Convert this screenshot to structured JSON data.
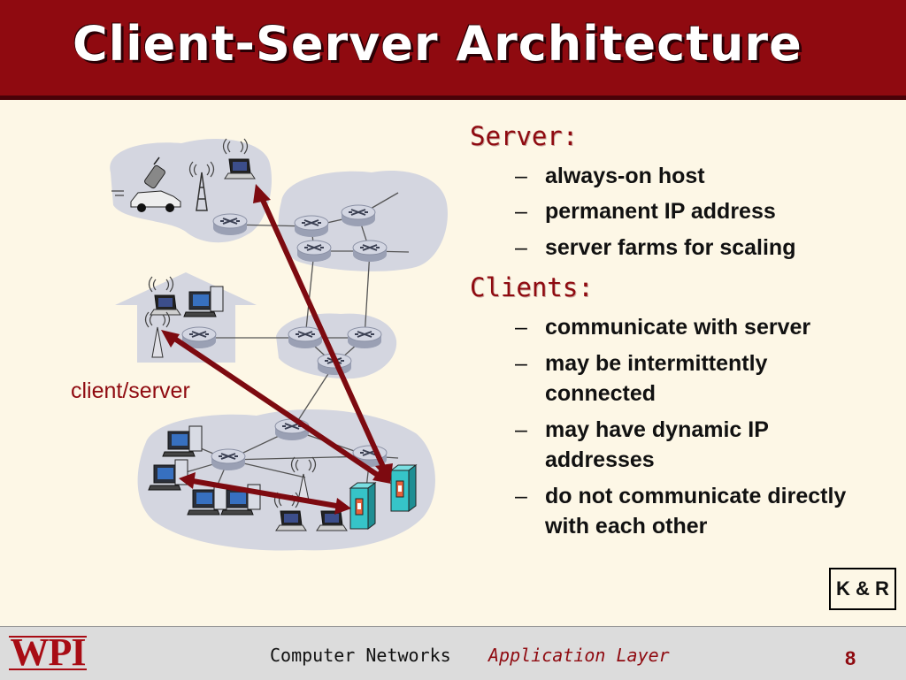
{
  "title": "Client-Server Architecture",
  "server": {
    "heading": "Server:",
    "bullets": [
      "always-on host",
      "permanent IP address",
      "server farms for scaling"
    ]
  },
  "clients": {
    "heading": "Clients:",
    "bullets": [
      "communicate with server",
      "may be intermittently connected",
      "may have dynamic IP addresses",
      "do not communicate directly with each other"
    ]
  },
  "diagram": {
    "label": "client/server"
  },
  "source_tag": "K & R",
  "footer": {
    "logo": "WPI",
    "course": "Computer Networks",
    "topic": "Application Layer",
    "page": "8"
  },
  "colors": {
    "title_bg": "#8f0a10",
    "accent": "#8f0a10",
    "arrow": "#7d0a10",
    "cloud": "#d4d6e0",
    "router": "#c6cad8",
    "server": "#36c4c8"
  },
  "icons": [
    "router-icon",
    "laptop-icon",
    "desktop-icon",
    "cell-phone-icon",
    "car-icon",
    "cell-tower-icon",
    "server-icon",
    "house-icon"
  ]
}
